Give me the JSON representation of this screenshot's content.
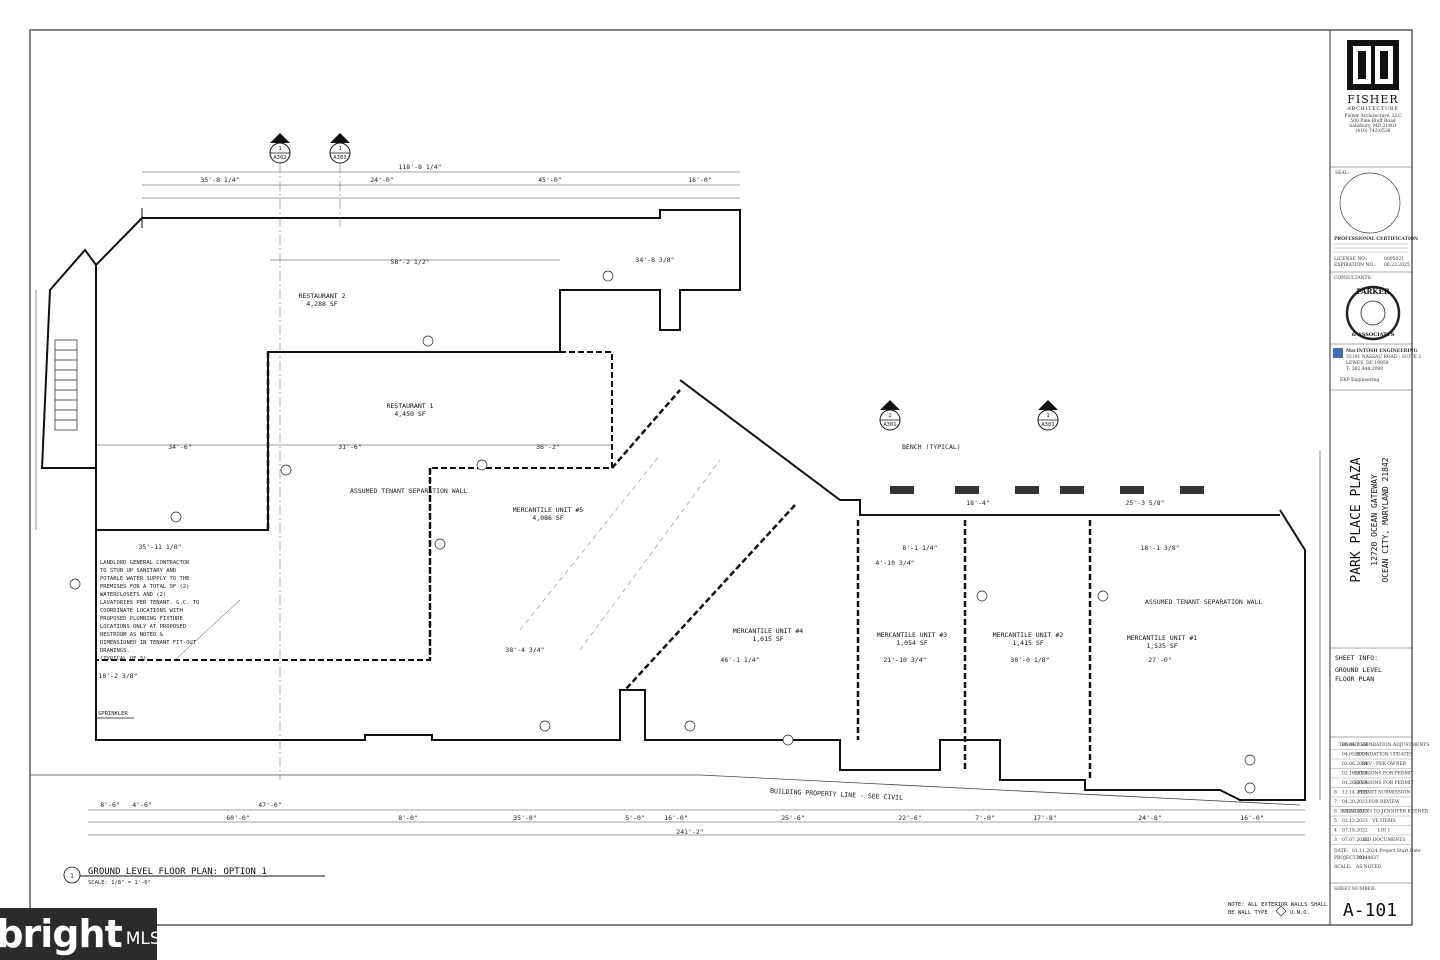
{
  "drawing_title": "GROUND LEVEL FLOOR PLAN: OPTION 1",
  "drawing_number": "1",
  "scale": "SCALE: 1/8\" = 1'-0\"",
  "overall_width_dim": "118'-8 1/4\"",
  "overall_bottom_dim": "241'-2\"",
  "spaces": {
    "restaurant_2": {
      "name": "RESTAURANT 2",
      "area": "4,288 SF"
    },
    "restaurant_1": {
      "name": "RESTAURANT 1",
      "area": "4,450 SF"
    },
    "mercantile_5": {
      "name": "MERCANTILE UNIT #5",
      "area": "4,086 SF"
    },
    "mercantile_4": {
      "name": "MERCANTILE UNIT #4",
      "area": "1,615 SF"
    },
    "mercantile_3": {
      "name": "MERCANTILE UNIT #3",
      "area": "1,054 SF"
    },
    "mercantile_2": {
      "name": "MERCANTILE UNIT #2",
      "area": "1,415 SF"
    },
    "mercantile_1": {
      "name": "MERCANTILE UNIT #1",
      "area": "1,535 SF"
    }
  },
  "notes": {
    "tenant_wall_1": "ASSUMED TENANT SEPARATION WALL",
    "tenant_wall_2": "ASSUMED TENANT SEPARATION WALL",
    "bench": "BENCH (TYPICAL)",
    "property_line": "BUILDING PROPERTY LINE - SEE CIVIL",
    "sprinkler": "SPRINKLER",
    "landlord_note": [
      "LANDLORD GENERAL CONTRACTOR",
      "TO STUB UP SANITARY AND",
      "POTABLE WATER SUPPLY TO THE",
      "PREMISES FOR A TOTAL OF (2)",
      "WATERCLOSETS AND (2)",
      "LAVATORIES PER TENANT. G.C. TO",
      "COORDINATE LOCATIONS WITH",
      "PROPOSED PLUMBING FIXTURE",
      "LOCATIONS ONLY AT PROPOSED",
      "RESTROOM AS NOTED &",
      "DIMENSIONED IN TENANT FIT-OUT",
      "DRAWINGS.",
      "(TYPICAL OF 3)"
    ],
    "exterior_walls": [
      "NOTE: ALL EXTERIOR WALLS SHALL",
      "BE WALL TYPE",
      "U.N.O."
    ]
  },
  "section_markers": [
    {
      "num": "1",
      "sheet": "A302"
    },
    {
      "num": "1",
      "sheet": "A303"
    },
    {
      "num": "2",
      "sheet": "A301"
    },
    {
      "num": "1",
      "sheet": "A301"
    }
  ],
  "top_dims": [
    "35'-8 1/4\"",
    "24'-0\"",
    "45'-0\"",
    "16'-0\""
  ],
  "bottom_dims": [
    "8'-6\"",
    "4'-6\"",
    "47'-0\"",
    "60'-0\"",
    "8'-0\"",
    "35'-0\"",
    "5'-0\"",
    "16'-0\"",
    "25'-6\"",
    "22'-6\"",
    "7'-0\"",
    "17'-8\"",
    "24'-8\"",
    "16'-0\""
  ],
  "interior_dims": [
    "58'-2 1/2\"",
    "34'-8 3/8\"",
    "34'-6\"",
    "31'-6\"",
    "36'-2\"",
    "35'-11 1/8\"",
    "38'-4 3/4\"",
    "46'-1 1/4\"",
    "21'-10 3/4\"",
    "30'-0 1/8\"",
    "27'-0\"",
    "18'-1 3/8\"",
    "10'-2 3/8\"",
    "8'-1 1/4\"",
    "4'-10 3/4\"",
    "18'-4\"",
    "25'-3 5/8\""
  ],
  "title_block": {
    "firm_name": "FISHER",
    "firm_sub": "ARCHITECTURE",
    "firm_address": [
      "Fisher Architecture, LLC",
      "500 Pine Bluff Road",
      "Salisbury, MD 21801",
      "(410) 742-0536"
    ],
    "seal_label": "SEAL:",
    "cert_label": "PROFESSIONAL CERTIFICATION",
    "license_label": "LICENSE NO.:",
    "license_value": "0005021",
    "expiration_label": "EXPIRATION NO.:",
    "expiration_value": "06.23.2025",
    "consultants_label": "CONSULTANTS:",
    "parker_name": "PARKER",
    "parker_sub": "& ASSOCIATES",
    "macintosh": [
      "MacINTOSH ENGINEERING",
      "33191 NASSAU ROAD - SUITE 2",
      "LEWES, DE 19958",
      "T: 302.448.2000"
    ],
    "ekp": "EKP Engineering",
    "project_name": "PARK PLACE PLAZA",
    "project_address": [
      "12720 OCEAN GATEWAY",
      "OCEAN CITY, MARYLAND 21842"
    ],
    "sheet_info_label": "SHEET INFO:",
    "sheet_info": [
      "GROUND LEVEL",
      "FLOOR PLAN"
    ],
    "revisions": [
      {
        "n": "",
        "date": "06.04.2024",
        "desc": "TENANT SEPARATION ADJUSTMENTS"
      },
      {
        "n": "",
        "date": "04.05.2024",
        "desc": "FOUNDATION UPDATES"
      },
      {
        "n": "",
        "date": "03.06.2024",
        "desc": "REV - PER OWNER"
      },
      {
        "n": "",
        "date": "02.16.2024",
        "desc": "REVISIONS FOR PERMIT"
      },
      {
        "n": "",
        "date": "01.26.2024",
        "desc": "REVISIONS FOR PERMIT"
      },
      {
        "n": "8",
        "date": "12.14.2023",
        "desc": "PERMIT SUBMISSION"
      },
      {
        "n": "7",
        "date": "04.20.2023",
        "desc": "FOR REVIEW"
      },
      {
        "n": "6",
        "date": "03.23.2023",
        "desc": "SUBMISSION TO JENNIFER KEENER"
      },
      {
        "n": "5",
        "date": "02.13.2023",
        "desc": "VE ITEMS"
      },
      {
        "n": "4",
        "date": "07.18.2022",
        "desc": "LOI 1"
      },
      {
        "n": "3",
        "date": "07.07.2022",
        "desc": "BID DOCUMENTS"
      }
    ],
    "date_label": "DATE:",
    "date_value": "01.11.2024 Project Start Date",
    "project_no_label": "PROJECT NO.:",
    "project_no_value": "20144037",
    "scale_label": "SCALE:",
    "scale_value": "AS NOTED",
    "sheet_number_label": "SHEET NUMBER:",
    "sheet_number": "A-101"
  },
  "watermark": {
    "brand": "bright",
    "suffix": "MLS"
  }
}
